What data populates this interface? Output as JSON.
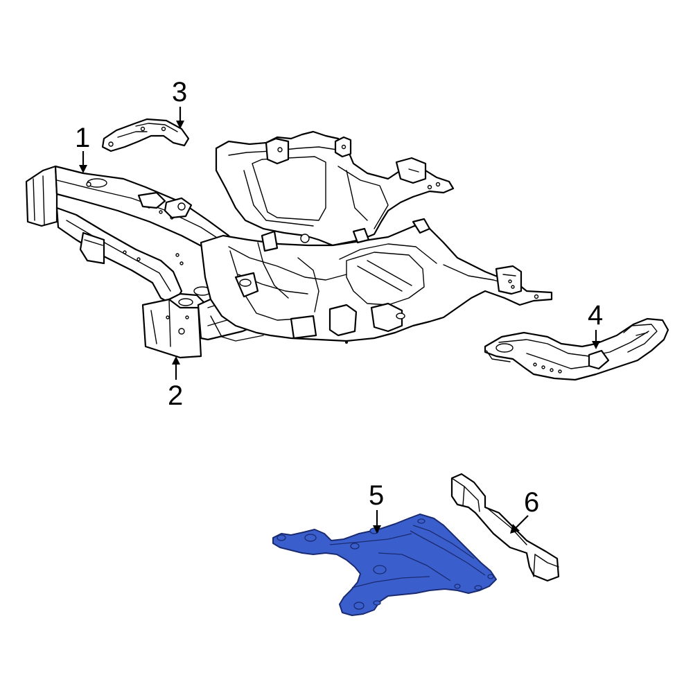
{
  "colors": {
    "line": "#000000",
    "background": "#ffffff",
    "highlight_fill": "#3a5fcd",
    "highlight_stroke": "#1a2a70"
  },
  "callouts": [
    {
      "id": "1",
      "label": "1"
    },
    {
      "id": "2",
      "label": "2"
    },
    {
      "id": "3",
      "label": "3"
    },
    {
      "id": "4",
      "label": "4"
    },
    {
      "id": "5",
      "label": "5"
    },
    {
      "id": "6",
      "label": "6"
    }
  ],
  "highlighted_part": "5"
}
